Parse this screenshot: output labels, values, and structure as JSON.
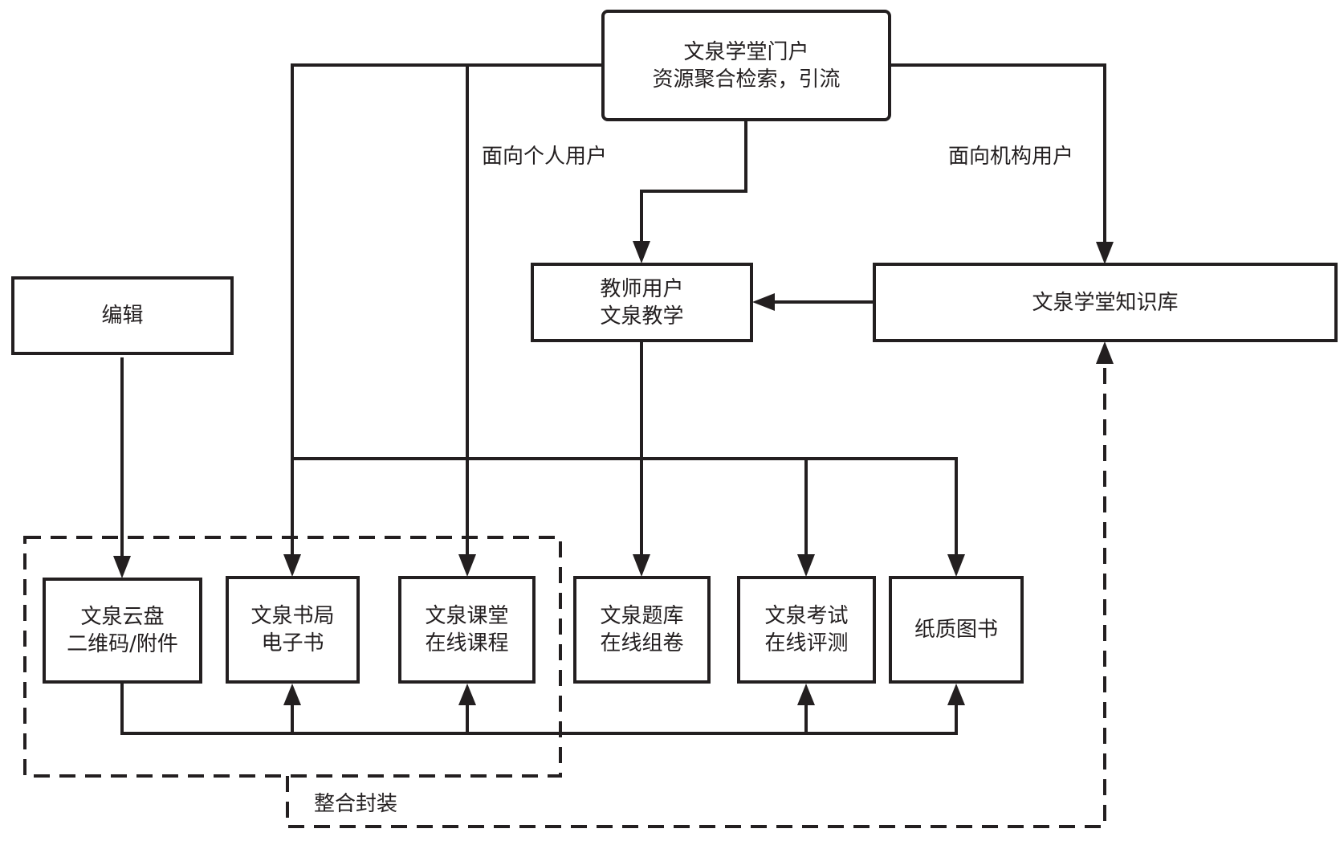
{
  "diagram": {
    "nodes": {
      "portal": {
        "line1": "文泉学堂门户",
        "line2": "资源聚合检索，引流"
      },
      "editor": {
        "line1": "编辑"
      },
      "teacher": {
        "line1": "教师用户",
        "line2": "文泉教学"
      },
      "knowledge_base": {
        "line1": "文泉学堂知识库"
      },
      "cloud_drive": {
        "line1": "文泉云盘",
        "line2": "二维码/附件"
      },
      "bookstore": {
        "line1": "文泉书局",
        "line2": "电子书"
      },
      "classroom": {
        "line1": "文泉课堂",
        "line2": "在线课程"
      },
      "question_bank": {
        "line1": "文泉题库",
        "line2": "在线组卷"
      },
      "exam": {
        "line1": "文泉考试",
        "line2": "在线评测"
      },
      "paper_books": {
        "line1": "纸质图书"
      }
    },
    "labels": {
      "personal_users": "面向个人用户",
      "institution_users": "面向机构用户",
      "integration": "整合封装"
    },
    "edges": [
      {
        "from": "portal",
        "to": "bookstore",
        "style": "solid"
      },
      {
        "from": "portal",
        "to": "classroom",
        "style": "solid"
      },
      {
        "from": "portal",
        "to": "exam",
        "style": "solid"
      },
      {
        "from": "portal",
        "to": "paper_books",
        "style": "solid"
      },
      {
        "from": "portal",
        "to": "teacher",
        "style": "solid"
      },
      {
        "from": "portal",
        "to": "knowledge_base",
        "style": "solid",
        "label": "面向机构用户"
      },
      {
        "from": "knowledge_base",
        "to": "teacher",
        "style": "solid"
      },
      {
        "from": "teacher",
        "to": "question_bank",
        "style": "solid"
      },
      {
        "from": "editor",
        "to": "cloud_drive",
        "style": "solid"
      },
      {
        "from": "cloud_drive",
        "to": "bookstore",
        "style": "solid"
      },
      {
        "from": "cloud_drive",
        "to": "classroom",
        "style": "solid"
      },
      {
        "from": "cloud_drive",
        "to": "exam",
        "style": "solid"
      },
      {
        "from": "cloud_drive",
        "to": "paper_books",
        "style": "solid"
      },
      {
        "from": "integration_group",
        "to": "knowledge_base",
        "style": "dashed",
        "label": "整合封装"
      }
    ],
    "colors": {
      "stroke": "#231f20",
      "background": "#ffffff"
    }
  }
}
